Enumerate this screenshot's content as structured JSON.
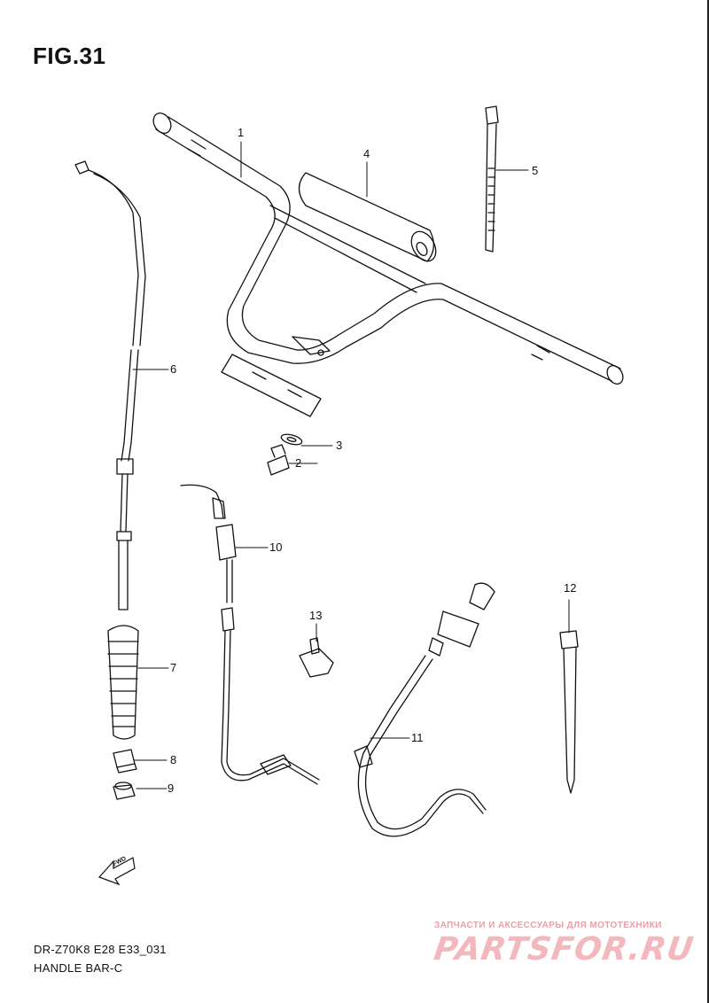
{
  "figure": {
    "title": "FIG.31",
    "model_code": "DR-Z70K8 E28 E33_031",
    "section_name": "HANDLE BAR-C"
  },
  "callouts": [
    {
      "id": "1",
      "label": "1"
    },
    {
      "id": "2",
      "label": "2"
    },
    {
      "id": "3",
      "label": "3"
    },
    {
      "id": "4",
      "label": "4"
    },
    {
      "id": "5",
      "label": "5"
    },
    {
      "id": "6",
      "label": "6"
    },
    {
      "id": "7",
      "label": "7"
    },
    {
      "id": "8",
      "label": "8"
    },
    {
      "id": "9",
      "label": "9"
    },
    {
      "id": "10",
      "label": "10"
    },
    {
      "id": "11",
      "label": "11"
    },
    {
      "id": "12",
      "label": "12"
    },
    {
      "id": "13",
      "label": "13"
    }
  ],
  "direction_marker": {
    "label": "FWD",
    "icon": "forward-arrow-icon"
  },
  "watermark": {
    "tagline": "ЗАПЧАСТИ И АКСЕССУАРЫ ДЛЯ МОТОТЕХНИКИ",
    "brand": "PARTSFOR.RU",
    "color": "#f2b8bd"
  }
}
